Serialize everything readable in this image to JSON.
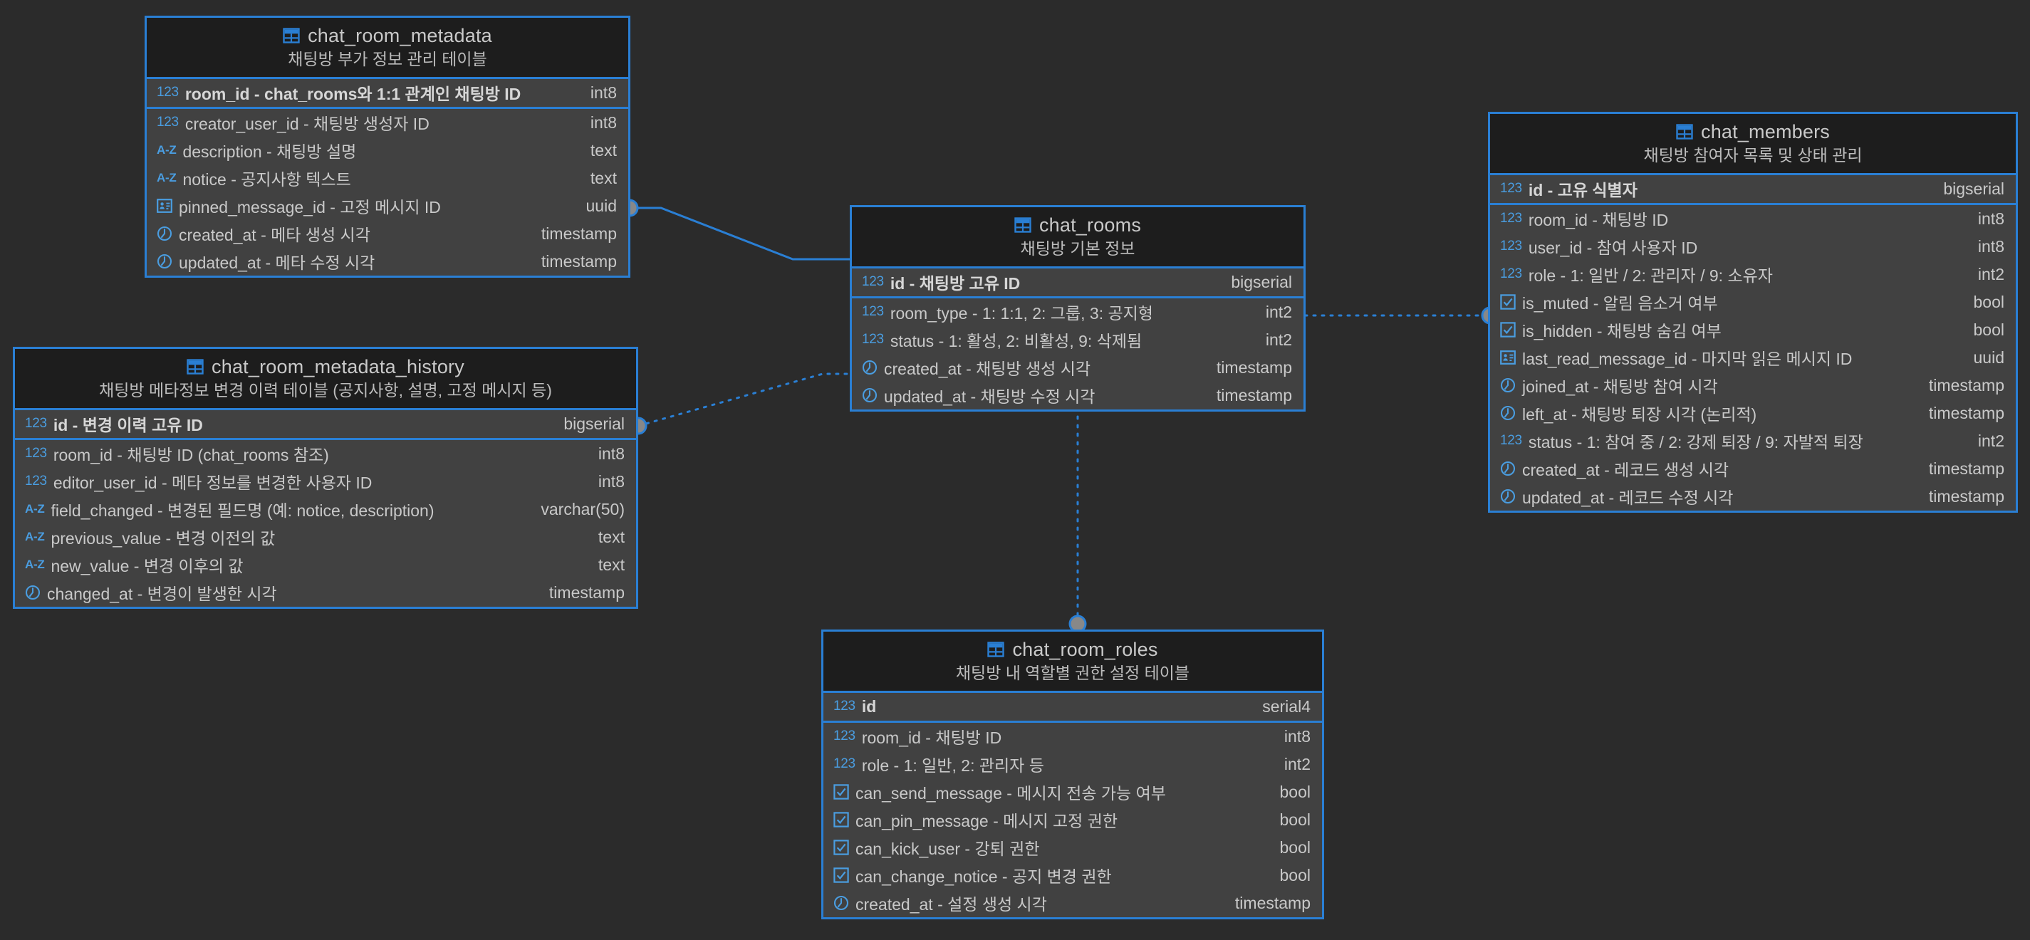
{
  "diagram": {
    "title": "chat schema ER diagram",
    "canvas_bg": "#2b2b2b",
    "table_bg": "#414141",
    "header_bg": "#1d1d1d",
    "accent": "#2a7fd4",
    "text": "#c9c9c9",
    "icon_accent": "#4a9de0"
  },
  "tables": [
    {
      "id": "chat_room_metadata",
      "name": "chat_room_metadata",
      "comment": "채팅방 부가 정보 관리 테이블",
      "icon": "table-grid-icon",
      "primary_keys": [
        {
          "icon": "number-icon",
          "icon_label": "123",
          "name": "room_id - chat_rooms와 1:1 관계인 채팅방 ID",
          "type": "int8"
        }
      ],
      "columns": [
        {
          "icon": "number-icon",
          "icon_label": "123",
          "name": "creator_user_id - 채팅방 생성자 ID",
          "type": "int8"
        },
        {
          "icon": "text-icon",
          "icon_label": "A-Z",
          "name": "description - 채팅방 설명",
          "type": "text"
        },
        {
          "icon": "text-icon",
          "icon_label": "A-Z",
          "name": "notice - 공지사항 텍스트",
          "type": "text"
        },
        {
          "icon": "uuid-card-icon",
          "icon_label": "",
          "name": "pinned_message_id - 고정 메시지 ID",
          "type": "uuid"
        },
        {
          "icon": "clock-icon",
          "icon_label": "",
          "name": "created_at - 메타 생성 시각",
          "type": "timestamp"
        },
        {
          "icon": "clock-icon",
          "icon_label": "",
          "name": "updated_at - 메타 수정 시각",
          "type": "timestamp"
        }
      ]
    },
    {
      "id": "chat_room_metadata_history",
      "name": "chat_room_metadata_history",
      "comment": "채팅방 메타정보 변경 이력 테이블 (공지사항, 설명, 고정 메시지 등)",
      "icon": "table-grid-icon",
      "primary_keys": [
        {
          "icon": "number-icon",
          "icon_label": "123",
          "name": "id - 변경 이력 고유 ID",
          "type": "bigserial"
        }
      ],
      "columns": [
        {
          "icon": "number-icon",
          "icon_label": "123",
          "name": "room_id - 채팅방 ID (chat_rooms 참조)",
          "type": "int8"
        },
        {
          "icon": "number-icon",
          "icon_label": "123",
          "name": "editor_user_id - 메타 정보를 변경한 사용자 ID",
          "type": "int8"
        },
        {
          "icon": "text-icon",
          "icon_label": "A-Z",
          "name": "field_changed - 변경된 필드명 (예: notice, description)",
          "type": "varchar(50)"
        },
        {
          "icon": "text-icon",
          "icon_label": "A-Z",
          "name": "previous_value - 변경 이전의 값",
          "type": "text"
        },
        {
          "icon": "text-icon",
          "icon_label": "A-Z",
          "name": "new_value - 변경 이후의 값",
          "type": "text"
        },
        {
          "icon": "clock-icon",
          "icon_label": "",
          "name": "changed_at - 변경이 발생한 시각",
          "type": "timestamp"
        }
      ]
    },
    {
      "id": "chat_rooms",
      "name": "chat_rooms",
      "comment": "채팅방 기본 정보",
      "icon": "table-grid-icon",
      "primary_keys": [
        {
          "icon": "number-icon",
          "icon_label": "123",
          "name": "id - 채팅방 고유 ID",
          "type": "bigserial"
        }
      ],
      "columns": [
        {
          "icon": "number-icon",
          "icon_label": "123",
          "name": "room_type - 1: 1:1, 2: 그룹, 3: 공지형",
          "type": "int2"
        },
        {
          "icon": "number-icon",
          "icon_label": "123",
          "name": "status - 1: 활성, 2: 비활성, 9: 삭제됨",
          "type": "int2"
        },
        {
          "icon": "clock-icon",
          "icon_label": "",
          "name": "created_at - 채팅방 생성 시각",
          "type": "timestamp"
        },
        {
          "icon": "clock-icon",
          "icon_label": "",
          "name": "updated_at - 채팅방 수정 시각",
          "type": "timestamp"
        }
      ]
    },
    {
      "id": "chat_members",
      "name": "chat_members",
      "comment": "채팅방 참여자 목록 및 상태 관리",
      "icon": "table-grid-icon",
      "primary_keys": [
        {
          "icon": "number-icon",
          "icon_label": "123",
          "name": "id - 고유 식별자",
          "type": "bigserial"
        }
      ],
      "columns": [
        {
          "icon": "number-icon",
          "icon_label": "123",
          "name": "room_id - 채팅방 ID",
          "type": "int8"
        },
        {
          "icon": "number-icon",
          "icon_label": "123",
          "name": "user_id - 참여 사용자 ID",
          "type": "int8"
        },
        {
          "icon": "number-icon",
          "icon_label": "123",
          "name": "role - 1: 일반 / 2: 관리자 / 9: 소유자",
          "type": "int2"
        },
        {
          "icon": "bool-check-icon",
          "icon_label": "",
          "name": "is_muted - 알림 음소거 여부",
          "type": "bool"
        },
        {
          "icon": "bool-check-icon",
          "icon_label": "",
          "name": "is_hidden - 채팅방 숨김 여부",
          "type": "bool"
        },
        {
          "icon": "uuid-card-icon",
          "icon_label": "",
          "name": "last_read_message_id - 마지막 읽은 메시지 ID",
          "type": "uuid"
        },
        {
          "icon": "clock-icon",
          "icon_label": "",
          "name": "joined_at - 채팅방 참여 시각",
          "type": "timestamp"
        },
        {
          "icon": "clock-icon",
          "icon_label": "",
          "name": "left_at - 채팅방 퇴장 시각 (논리적)",
          "type": "timestamp"
        },
        {
          "icon": "number-icon",
          "icon_label": "123",
          "name": "status - 1: 참여 중 / 2: 강제 퇴장 / 9: 자발적 퇴장",
          "type": "int2"
        },
        {
          "icon": "clock-icon",
          "icon_label": "",
          "name": "created_at - 레코드 생성 시각",
          "type": "timestamp"
        },
        {
          "icon": "clock-icon",
          "icon_label": "",
          "name": "updated_at - 레코드 수정 시각",
          "type": "timestamp"
        }
      ]
    },
    {
      "id": "chat_room_roles",
      "name": "chat_room_roles",
      "comment": "채팅방 내 역할별 권한 설정 테이블",
      "icon": "table-grid-icon",
      "primary_keys": [
        {
          "icon": "number-icon",
          "icon_label": "123",
          "name": "id",
          "type": "serial4"
        }
      ],
      "columns": [
        {
          "icon": "number-icon",
          "icon_label": "123",
          "name": "room_id - 채팅방 ID",
          "type": "int8"
        },
        {
          "icon": "number-icon",
          "icon_label": "123",
          "name": "role - 1: 일반, 2: 관리자 등",
          "type": "int2"
        },
        {
          "icon": "bool-check-icon",
          "icon_label": "",
          "name": "can_send_message - 메시지 전송 가능 여부",
          "type": "bool"
        },
        {
          "icon": "bool-check-icon",
          "icon_label": "",
          "name": "can_pin_message - 메시지 고정 권한",
          "type": "bool"
        },
        {
          "icon": "bool-check-icon",
          "icon_label": "",
          "name": "can_kick_user - 강퇴 권한",
          "type": "bool"
        },
        {
          "icon": "bool-check-icon",
          "icon_label": "",
          "name": "can_change_notice - 공지 변경 권한",
          "type": "bool"
        },
        {
          "icon": "clock-icon",
          "icon_label": "",
          "name": "created_at - 설정 생성 시각",
          "type": "timestamp"
        }
      ]
    }
  ],
  "relations": [
    {
      "id": "rel-metadata-rooms",
      "from": "chat_room_metadata",
      "to": "chat_rooms",
      "style": "solid"
    },
    {
      "id": "rel-history-rooms",
      "from": "chat_room_metadata_history",
      "to": "chat_rooms",
      "style": "dotted"
    },
    {
      "id": "rel-rooms-members",
      "from": "chat_rooms",
      "to": "chat_members",
      "style": "dotted"
    },
    {
      "id": "rel-rooms-roles",
      "from": "chat_rooms",
      "to": "chat_room_roles",
      "style": "dotted"
    }
  ]
}
